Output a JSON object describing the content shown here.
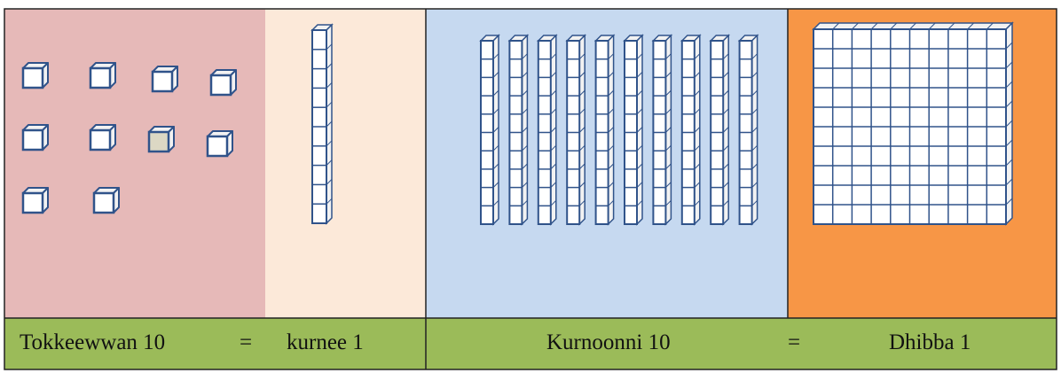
{
  "colors": {
    "panel_units": "#e6b9b8",
    "panel_ten": "#fce9d9",
    "panel_tens": "#c6d9f0",
    "panel_hundred": "#f79646",
    "caption_band": "#9bbb59",
    "block_outline": "#30538a",
    "cube_face": "#ffffff",
    "cube_side": "#f2f2f2",
    "highlight_cube": "#dcd8c4",
    "border": "#222222"
  },
  "blocks": {
    "unit_cubes": 10,
    "highlighted_cube_index": 6,
    "ten_rod_units": 10,
    "rods_in_tens_panel": 10,
    "hundred_flat_grid": [
      10,
      10
    ]
  },
  "captions": {
    "left": {
      "lhs": "Tokkeewwan 10",
      "equals": "=",
      "rhs": "kurnee 1"
    },
    "right": {
      "lhs": "Kurnoonni 10",
      "equals": "=",
      "rhs": "Dhibba 1"
    }
  }
}
